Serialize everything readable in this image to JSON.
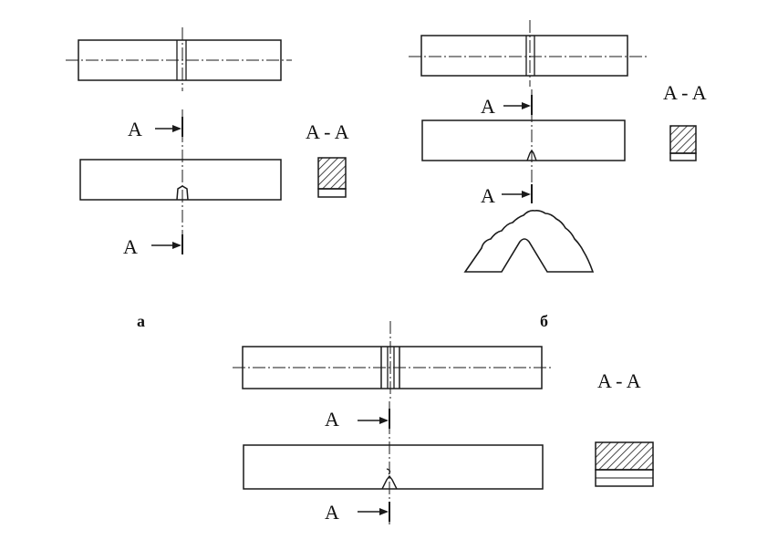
{
  "section_marker": "A",
  "section_title": "A - A",
  "captions": {
    "a": "а",
    "b": "б"
  }
}
